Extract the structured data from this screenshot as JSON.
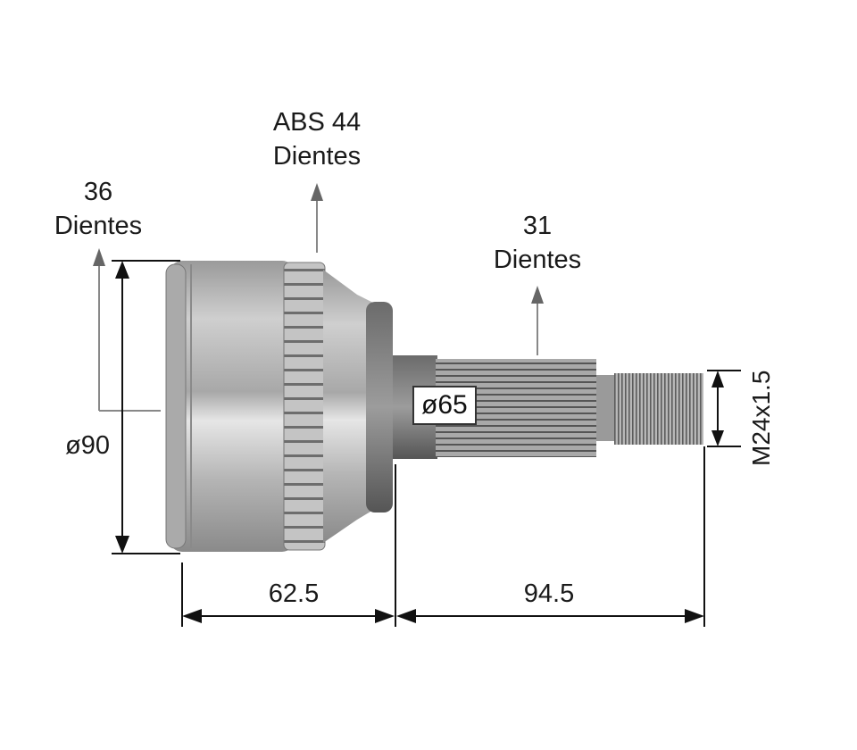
{
  "diagram": {
    "subject": "CV joint (homocinetica) dimension drawing",
    "labels": {
      "abs_teeth": {
        "line1": "ABS 44",
        "line2": "Dientes"
      },
      "outer_teeth": {
        "line1": "36",
        "line2": "Dientes"
      },
      "shaft_teeth": {
        "line1": "31",
        "line2": "Dientes"
      },
      "outer_diameter": "ø90",
      "seal_diameter": "ø65",
      "thread": "M24x1.5",
      "length_body": "62.5",
      "length_shaft": "94.5"
    },
    "colors": {
      "arrow_grey": "#666666",
      "dimension_line": "#111111",
      "metal_light": "#c8c8c8",
      "metal_dark": "#6a6a6a"
    }
  }
}
